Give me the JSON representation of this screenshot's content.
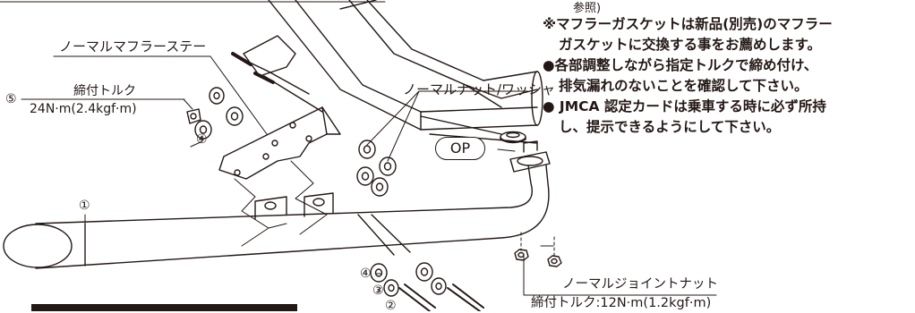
{
  "labels": {
    "top_fragment": "",
    "normal_muffler_stay": "ノーマルマフラーステー",
    "torque_title": "締付トルク",
    "torque_value_muffler": "24N·m(2.4kgf·m)",
    "normal_nut_washer": "ノーマルナット/ワッシャ",
    "op_badge": "OP",
    "normal_joint_nut": "ノーマルジョイントナット",
    "torque_joint": "締付トルク:12N·m(1.2kgf·m)"
  },
  "part_numbers": {
    "n1": "①",
    "n2": "②",
    "n3": "③",
    "n4_top": "④",
    "n4_bottom": "④",
    "n5": "⑤"
  },
  "notes": {
    "line0": "参照)",
    "line1_prefix": "※マフラーガスケットは",
    "line1_bold": "新品(別売)",
    "line1_suffix": "のマフラー",
    "line2": "ガスケットに交換する事をお薦めします。",
    "line3": "●各部調整しながら指定トルクで締め付け、",
    "line4": "排気漏れのないことを確認して下さい。",
    "line5": "● JMCA 認定カードは乗車する時に必ず所持",
    "line6": "し、提示できるようにして下さい。"
  },
  "colors": {
    "ink": "#231815",
    "background": "#ffffff"
  }
}
